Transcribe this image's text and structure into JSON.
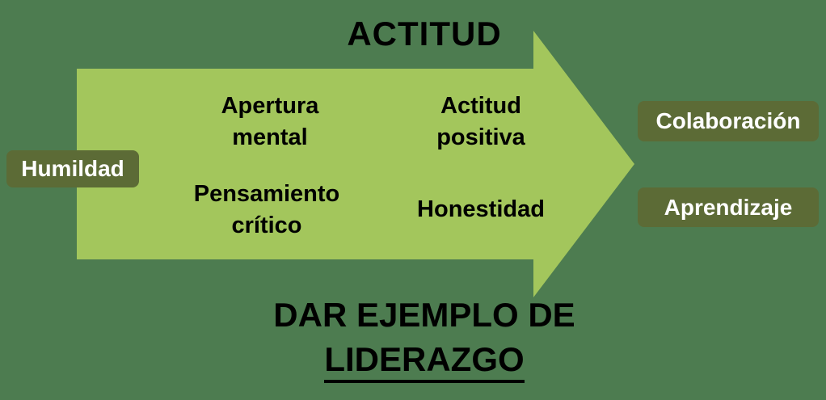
{
  "title": "ACTITUD",
  "arrow_labels": {
    "apertura_mental": "Apertura\nmental",
    "actitud_positiva": "Actitud\npositiva",
    "pensamiento_critico": "Pensamiento\ncrítico",
    "honestidad": "Honestidad"
  },
  "left_badge": "Humildad",
  "right_badges": [
    "Colaboración",
    "Aprendizaje"
  ],
  "footer": {
    "line1": "DAR EJEMPLO DE",
    "line2": "LIDERAZGO"
  },
  "colors": {
    "background": "#4d7c50",
    "arrow_fill": "#a3c65c",
    "badge_fill": "#5c6b36",
    "badge_text": "#ffffff",
    "text": "#000000"
  }
}
